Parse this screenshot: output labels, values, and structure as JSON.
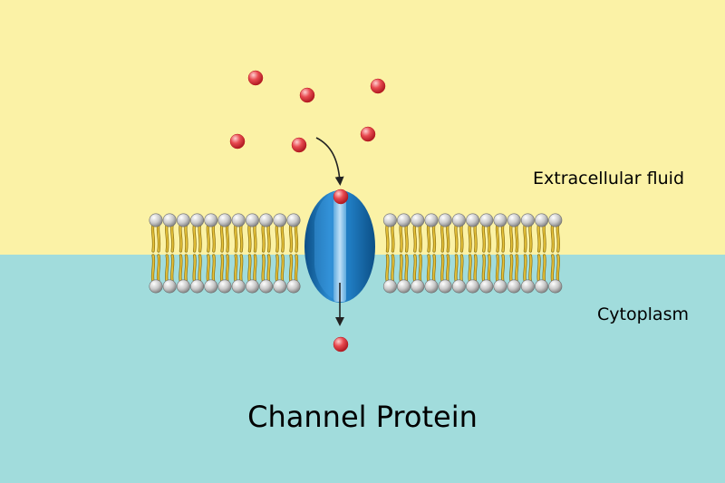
{
  "diagram": {
    "title": "Channel Protein",
    "region_labels": {
      "extracellular": "Extracellular fluid",
      "cytoplasm": "Cytoplasm"
    },
    "colors": {
      "extracellular_fluid": "#fbf2a6",
      "cytoplasm": "#a1dcdc",
      "phospholipid_head": "#c8c8c8",
      "phospholipid_tail": "#e6c23a",
      "channel_protein": "#1f78b8",
      "channel_pore": "#8fc3ea",
      "molecule": "#e0454b",
      "arrow": "#222222"
    },
    "icons": [
      "phospholipid-bilayer",
      "channel-protein",
      "molecule",
      "arrow"
    ]
  }
}
